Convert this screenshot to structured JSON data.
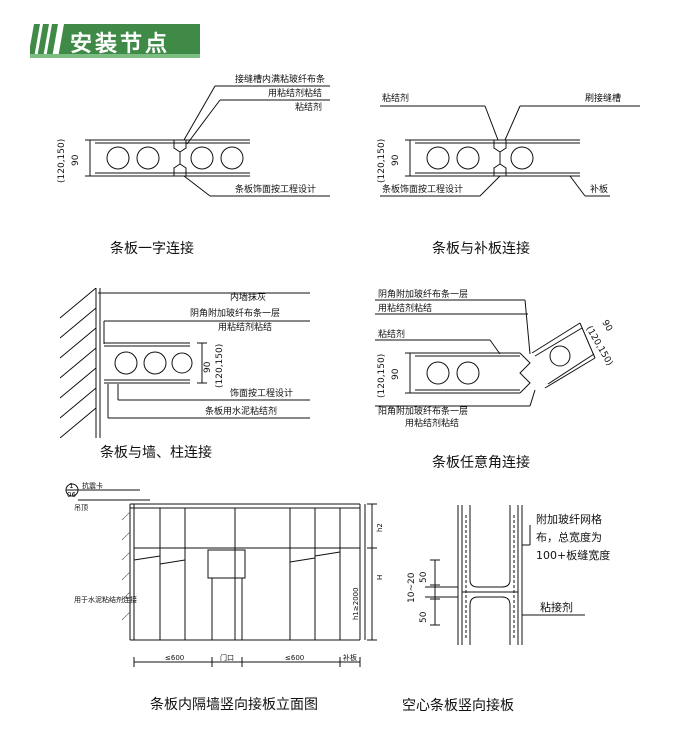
{
  "header": {
    "title": "安装节点"
  },
  "d1": {
    "labels": [
      "接缝槽内满粘玻纤布条",
      "用粘结剂粘结",
      "粘结剂",
      "条板饰面按工程设计"
    ],
    "dims": [
      "(120,150)",
      "90"
    ],
    "caption": "条板一字连接"
  },
  "d2": {
    "labels": [
      "粘结剂",
      "刷接缝槽",
      "条板饰面按工程设计",
      "补板"
    ],
    "dims": [
      "(120,150)",
      "90"
    ],
    "caption": "条板与补板连接"
  },
  "d3": {
    "labels": [
      "内墙抹灰",
      "阴角附加玻纤布条一层",
      "用粘结剂粘结",
      "饰面按工程设计",
      "条板用水泥粘结剂"
    ],
    "dims": [
      "90",
      "(120,150)"
    ],
    "caption": "条板与墙、柱连接"
  },
  "d4": {
    "labels": [
      "阴角附加玻纤布条一层",
      "用粘结剂粘结",
      "粘结剂",
      "阳角附加玻纤布条一层",
      "用粘结剂粘结"
    ],
    "dims": [
      "(120,150)",
      "90",
      "90",
      "(120,150)"
    ],
    "caption": "条板任意角连接"
  },
  "d5": {
    "labels": [
      "抗震卡",
      "吊顶",
      "用于水泥粘结剂连接",
      "门口",
      "补板"
    ],
    "marker": [
      "1",
      "06"
    ],
    "dims": [
      "≤600",
      "≤600",
      "h2",
      "H",
      "h1≥2000"
    ],
    "caption": "条板内隔墙竖向接板立面图"
  },
  "d6": {
    "labels": [
      "附加玻纤网格",
      "布，总宽度为",
      "100+板缝宽度",
      "粘接剂"
    ],
    "dims": [
      "50",
      "50",
      "10~20"
    ],
    "caption": "空心条板竖向接板"
  }
}
